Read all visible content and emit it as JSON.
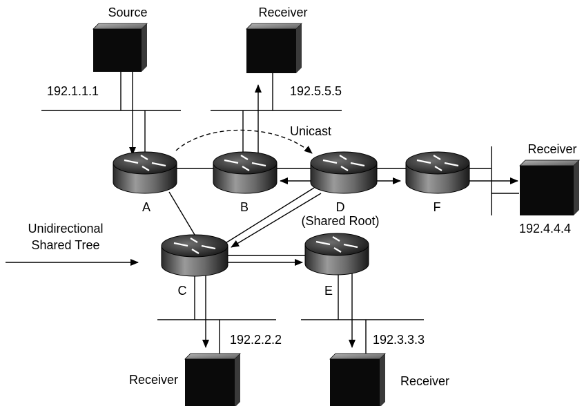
{
  "hosts": {
    "source": {
      "label": "Source",
      "ip": "192.1.1.1"
    },
    "receiver_b": {
      "label": "Receiver",
      "ip": "192.5.5.5"
    },
    "receiver_f": {
      "label": "Receiver",
      "ip": "192.4.4.4"
    },
    "receiver_c": {
      "label": "Receiver",
      "ip": "192.2.2.2"
    },
    "receiver_e": {
      "label": "Receiver",
      "ip": "192.3.3.3"
    }
  },
  "routers": {
    "a": {
      "label": "A"
    },
    "b": {
      "label": "B"
    },
    "c": {
      "label": "C"
    },
    "d": {
      "label": "D",
      "sublabel": "(Shared Root)"
    },
    "e": {
      "label": "E"
    },
    "f": {
      "label": "F"
    }
  },
  "annotations": {
    "unicast": "Unicast",
    "shared_tree_line1": "Unidirectional",
    "shared_tree_line2": "Shared Tree"
  }
}
